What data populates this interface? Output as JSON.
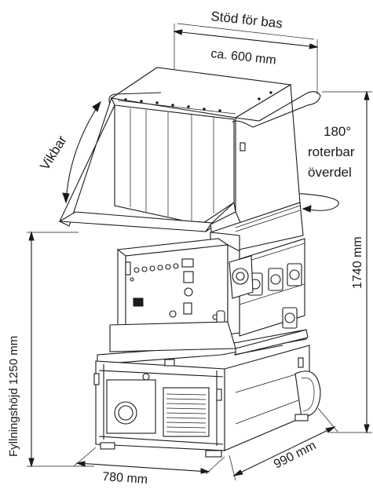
{
  "labels": {
    "base_support": "Stöd för bas",
    "top_width": "ca. 600 mm",
    "foldable": "Vikbar",
    "rotate_line1": "180°",
    "rotate_line2": "roterbar",
    "rotate_line3": "överdel",
    "total_height": "1740 mm",
    "fill_height": "Fyllningshöjd 1250 mm",
    "base_width": "780 mm",
    "base_depth": "990 mm"
  }
}
